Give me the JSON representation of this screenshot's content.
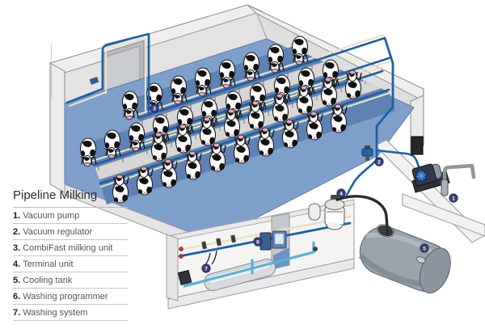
{
  "legend": {
    "title": "Pipeline Milking",
    "items": [
      {
        "num": "1.",
        "label": "Vacuum pump"
      },
      {
        "num": "2.",
        "label": "Vacuum regulator"
      },
      {
        "num": "3.",
        "label": "CombiFast milking unit"
      },
      {
        "num": "4.",
        "label": "Terminal unit"
      },
      {
        "num": "5.",
        "label": "Cooling tank"
      },
      {
        "num": "6.",
        "label": "Washing programmer"
      },
      {
        "num": "7.",
        "label": "Washing system"
      }
    ]
  },
  "markers": [
    {
      "number": "1"
    },
    {
      "number": "2"
    },
    {
      "number": "3"
    },
    {
      "number": "4"
    },
    {
      "number": "5"
    },
    {
      "number": "6"
    },
    {
      "number": "7"
    }
  ],
  "colors": {
    "pipe_blue": "#1d5fa8",
    "wash_pipe_cream": "#e9e2c2",
    "wash_water_cyan": "#58b2d8",
    "floor_blue": "#7e9fc9",
    "stall_blue": "#5d82b3",
    "marker_navy": "#3a3f77",
    "tank_gray": "#9aa2ac"
  }
}
